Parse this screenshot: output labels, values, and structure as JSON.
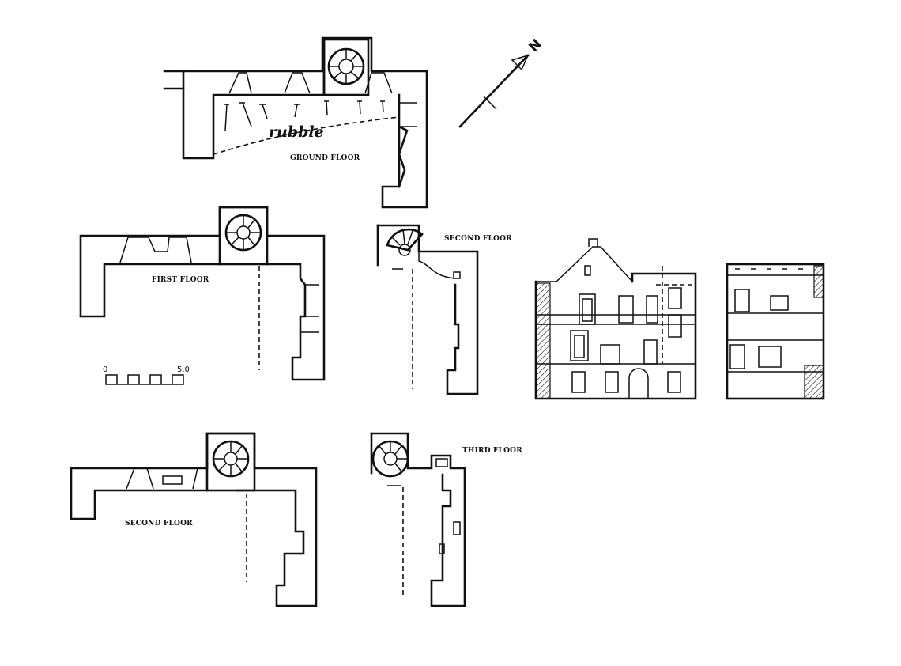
{
  "labels": {
    "ground_floor": "GROUND FLOOR",
    "first_floor": "FIRST FLOOR",
    "second_floor_right": "SECOND FLOOR",
    "second_floor_lower": "SECOND FLOOR",
    "third_floor": "THIRD FLOOR",
    "rubble": "rubble"
  },
  "north_arrow": {
    "label": "N"
  },
  "scale_bar": {
    "start": "0",
    "end": "5.0"
  }
}
